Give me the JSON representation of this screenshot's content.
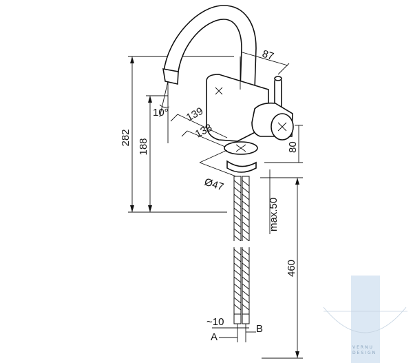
{
  "dimensions": {
    "height_total": "282",
    "height_spout": "188",
    "depth": "87",
    "reach_spout": "139",
    "reach_axis": "133",
    "base_height": "80",
    "base_diameter": "Ø47",
    "counter_max": "max.50",
    "hose_length": "460",
    "angle": "10°",
    "pipe_size": "~10"
  },
  "connections": {
    "a_label": "A",
    "b_label": "B"
  },
  "watermark": {
    "line1": "VERNU",
    "line2": "DESIGN",
    "accent_color": "#c9dcee"
  }
}
